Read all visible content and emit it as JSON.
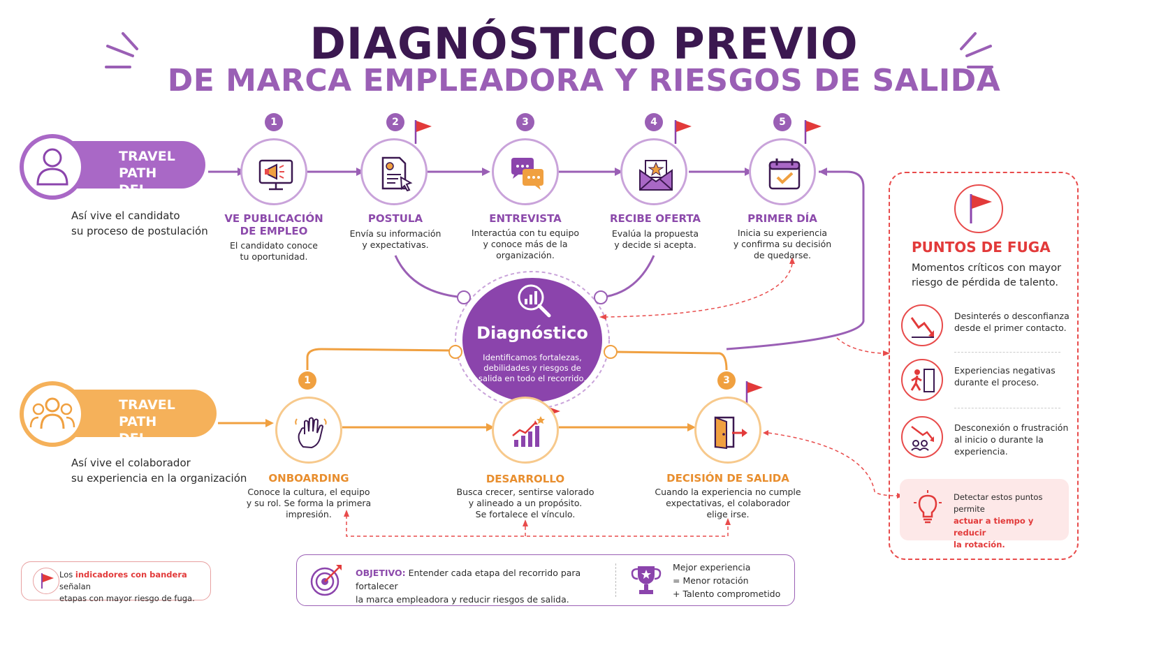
{
  "title": {
    "main": "DIAGNÓSTICO PREVIO",
    "sub": "DE MARCA EMPLEADORA Y RIESGOS DE SALIDA"
  },
  "candidate": {
    "pill_line1": "TRAVEL PATH",
    "pill_line2": "DEL CANDIDATO",
    "desc_line1": "Así vive el candidato",
    "desc_line2": "su proceso de postulación",
    "stages": [
      {
        "num": "1",
        "label_line1": "VE PUBLICACIÓN",
        "label_line2": "DE EMPLEO",
        "text_line1": "El candidato conoce",
        "text_line2": "tu oportunidad.",
        "text_line3": ""
      },
      {
        "num": "2",
        "label_line1": "POSTULA",
        "label_line2": "",
        "text_line1": "Envía su información",
        "text_line2": "y expectativas.",
        "text_line3": ""
      },
      {
        "num": "3",
        "label_line1": "ENTREVISTA",
        "label_line2": "",
        "text_line1": "Interactúa con tu equipo",
        "text_line2": "y conoce más de la",
        "text_line3": "organización."
      },
      {
        "num": "4",
        "label_line1": "RECIBE OFERTA",
        "label_line2": "",
        "text_line1": "Evalúa la propuesta",
        "text_line2": "y decide si acepta.",
        "text_line3": ""
      },
      {
        "num": "5",
        "label_line1": "PRIMER DÍA",
        "label_line2": "",
        "text_line1": "Inicia su experiencia",
        "text_line2": "y confirma su decisión",
        "text_line3": "de quedarse."
      }
    ]
  },
  "collaborator": {
    "pill_line1": "TRAVEL PATH",
    "pill_line2": "DEL COLABORADOR",
    "desc_line1": "Así vive el colaborador",
    "desc_line2": "su experiencia en la organización",
    "stages": [
      {
        "num": "1",
        "label": "ONBOARDING",
        "text_line1": "Conoce la cultura, el equipo",
        "text_line2": "y su rol. Se forma la primera",
        "text_line3": "impresión."
      },
      {
        "num": "",
        "label": "DESARROLLO",
        "text_line1": "Busca crecer, sentirse valorado",
        "text_line2": "y alineado a un propósito.",
        "text_line3": "Se fortalece el vínculo."
      },
      {
        "num": "3",
        "label": "DECISIÓN DE SALIDA",
        "text_line1": "Cuando la experiencia no cumple",
        "text_line2": "expectativas, el colaborador",
        "text_line3": "elige irse."
      }
    ]
  },
  "diagnostic": {
    "title": "Diagnóstico",
    "text": "Identificamos fortalezas, debilidades y riesgos de salida en todo el recorrido."
  },
  "fuga": {
    "title": "PUNTOS DE FUGA",
    "subtitle_line1": "Momentos críticos con mayor",
    "subtitle_line2": "riesgo de pérdida de talento.",
    "items": [
      {
        "line1": "Desinterés o desconfianza",
        "line2": "desde el primer contacto.",
        "line3": ""
      },
      {
        "line1": "Experiencias negativas",
        "line2": "durante el proceso.",
        "line3": ""
      },
      {
        "line1": "Desconexión o frustración",
        "line2": "al inicio o durante la",
        "line3": "experiencia."
      }
    ],
    "note_line1": "Detectar estos puntos permite",
    "note_highlight_line1": "actuar a tiempo y reducir",
    "note_highlight_line2": "la rotación."
  },
  "legend": {
    "pre": "Los ",
    "highlight": "indicadores con bandera",
    "post": " señalan",
    "line2": "etapas con mayor riesgo de fuga."
  },
  "objective": {
    "label": "OBJETIVO:",
    "text_line1": "Entender cada etapa del recorrido para fortalecer",
    "text_line2": "la marca empleadora y reducir riesgos de salida.",
    "result_line1": "Mejor experiencia",
    "result_line2": "= Menor rotación",
    "result_line3": "+ Talento comprometido"
  },
  "colors": {
    "purple": "#8b44ac",
    "orange": "#f0a040",
    "red": "#e23a3a",
    "dark": "#3b1850"
  }
}
